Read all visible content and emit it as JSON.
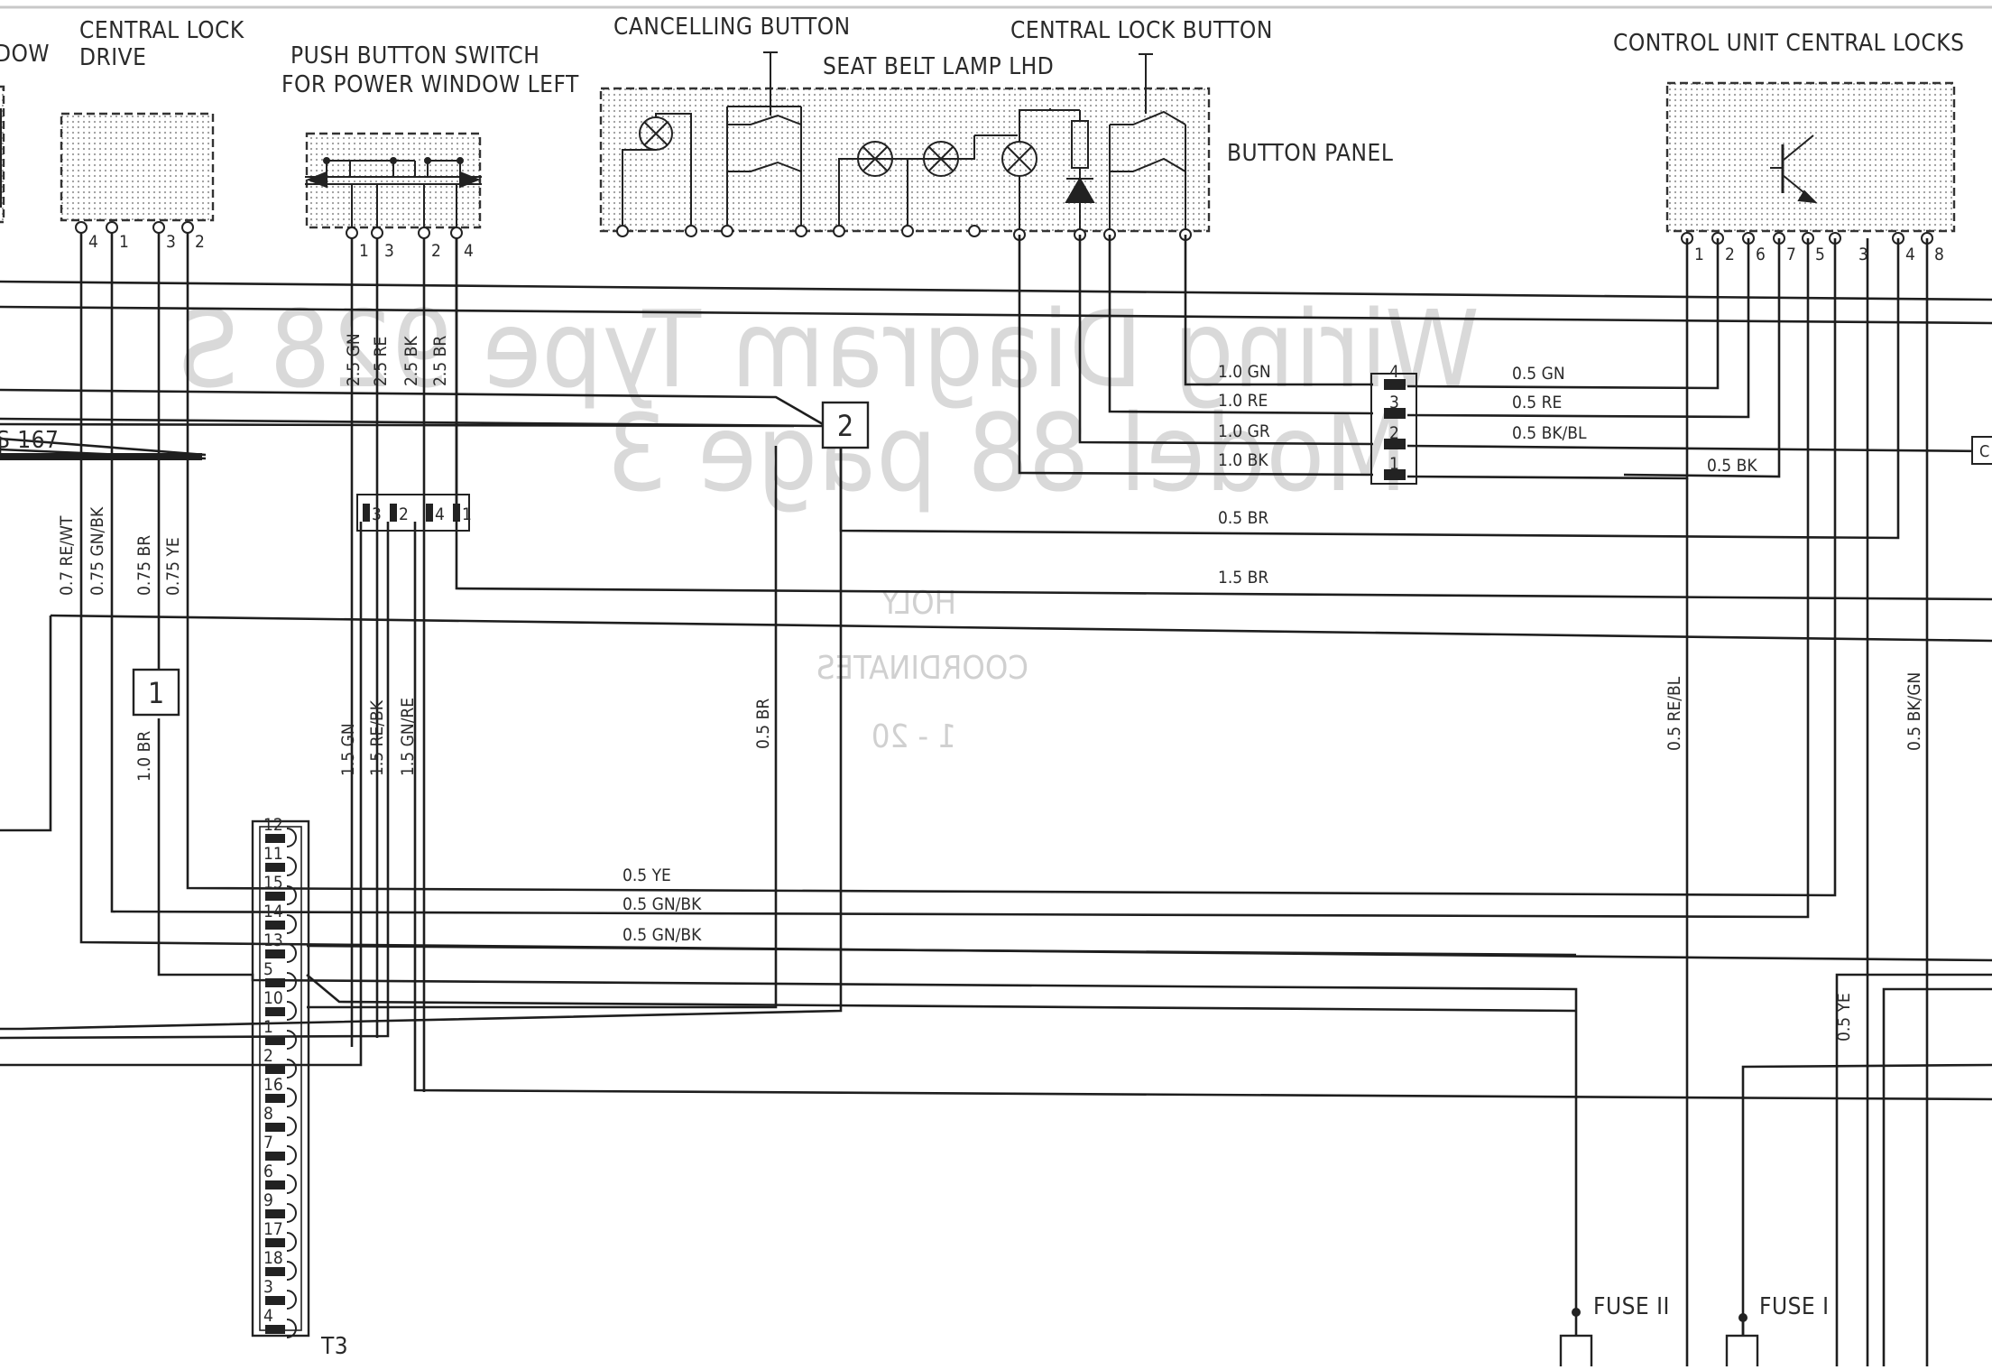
{
  "components": {
    "window_fragment": "DOW",
    "central_lock_drive": [
      "CENTRAL LOCK",
      "DRIVE"
    ],
    "push_button_switch": [
      "PUSH BUTTON SWITCH",
      "FOR POWER WINDOW LEFT"
    ],
    "cancelling_button": "CANCELLING BUTTON",
    "central_lock_button": "CENTRAL LOCK BUTTON",
    "seat_belt_lamp": "SEAT BELT LAMP LHD",
    "button_panel": "BUTTON PANEL",
    "control_unit": "CONTROL UNIT CENTRAL LOCKS",
    "bus_ref": "S 167",
    "connector_t3": "T3",
    "fuse_2": "FUSE II",
    "fuse_1": "FUSE I",
    "junction_1": "1",
    "junction_2": "2",
    "edge_box": "C"
  },
  "pins": {
    "drive": [
      "4",
      "1",
      "3",
      "2"
    ],
    "switch": [
      "1",
      "3",
      "2",
      "4"
    ],
    "control_unit": [
      "1",
      "2",
      "6",
      "7",
      "5",
      "3",
      "4",
      "8"
    ],
    "plug4": [
      "4",
      "3",
      "2",
      "1"
    ],
    "plug_sw": [
      "3",
      "2",
      "4",
      "1"
    ],
    "t3": [
      "12",
      "11",
      "15",
      "14",
      "13",
      "5",
      "10",
      "1",
      "2",
      "16",
      "8",
      "7",
      "6",
      "9",
      "17",
      "18",
      "3",
      "4"
    ]
  },
  "wires": {
    "sw_gn": "2.5 GN",
    "sw_re": "2.5 RE",
    "sw_bk": "2.5 BK",
    "sw_br": "2.5 BR",
    "p_gn": "1.0 GN",
    "p_re": "1.0 RE",
    "p_gr": "1.0 GR",
    "p_bk": "1.0 BK",
    "c_gn": "0.5 GN",
    "c_re": "0.5 RE",
    "c_bkbl": "0.5 BK/BL",
    "c_bk": "0.5 BK",
    "br05": "0.5 BR",
    "br15": "1.5 BR",
    "d_rewt": "0.7 RE/WT",
    "d_gnbk": "0.75 GN/BK",
    "d_br": "0.75 BR",
    "d_ye": "0.75 YE",
    "br10": "1.0 BR",
    "v_gn": "1.5 GN",
    "v_rebk": "1.5 RE/BK",
    "v_gnre": "1.5 GN/RE",
    "v_br05": "0.5 BR",
    "v_rebl": "0.5 RE/BL",
    "v_bkgn": "0.5 BK/GN",
    "v_ye": "0.5 YE",
    "t_ye": "0.5 YE",
    "t_gnbk1": "0.5 GN/BK",
    "t_gnbk2": "0.5 GN/BK"
  },
  "watermark": {
    "line1": "Wiring Diagram Type 928 S",
    "line2": "Model 88 page 3",
    "line3": "HOLY",
    "line4": "COORDINATES",
    "line5": "1 - 20"
  }
}
